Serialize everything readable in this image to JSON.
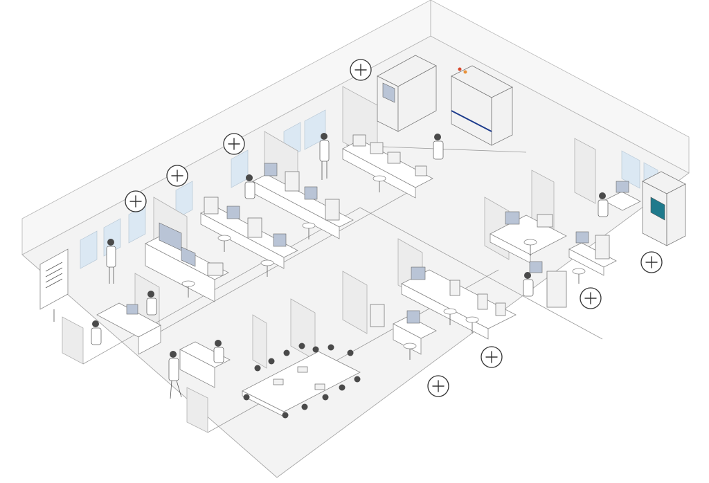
{
  "scene": {
    "hotspots": [
      {
        "name": "hotspot-top-lab",
        "icon": "plus-icon"
      },
      {
        "name": "hotspot-upper-lab-1",
        "icon": "plus-icon"
      },
      {
        "name": "hotspot-upper-lab-2",
        "icon": "plus-icon"
      },
      {
        "name": "hotspot-left-office",
        "icon": "plus-icon"
      },
      {
        "name": "hotspot-right-instrument",
        "icon": "plus-icon"
      },
      {
        "name": "hotspot-right-lab",
        "icon": "plus-icon"
      },
      {
        "name": "hotspot-microscope-lab",
        "icon": "plus-icon"
      },
      {
        "name": "hotspot-meeting-room",
        "icon": "plus-icon"
      }
    ],
    "colors": {
      "hotspot_stroke": "#333333",
      "window": "#dbe8f3",
      "instrument_accent": "#1f7a8c",
      "indicator_red": "#d9472b",
      "indicator_orange": "#e8913a"
    }
  }
}
